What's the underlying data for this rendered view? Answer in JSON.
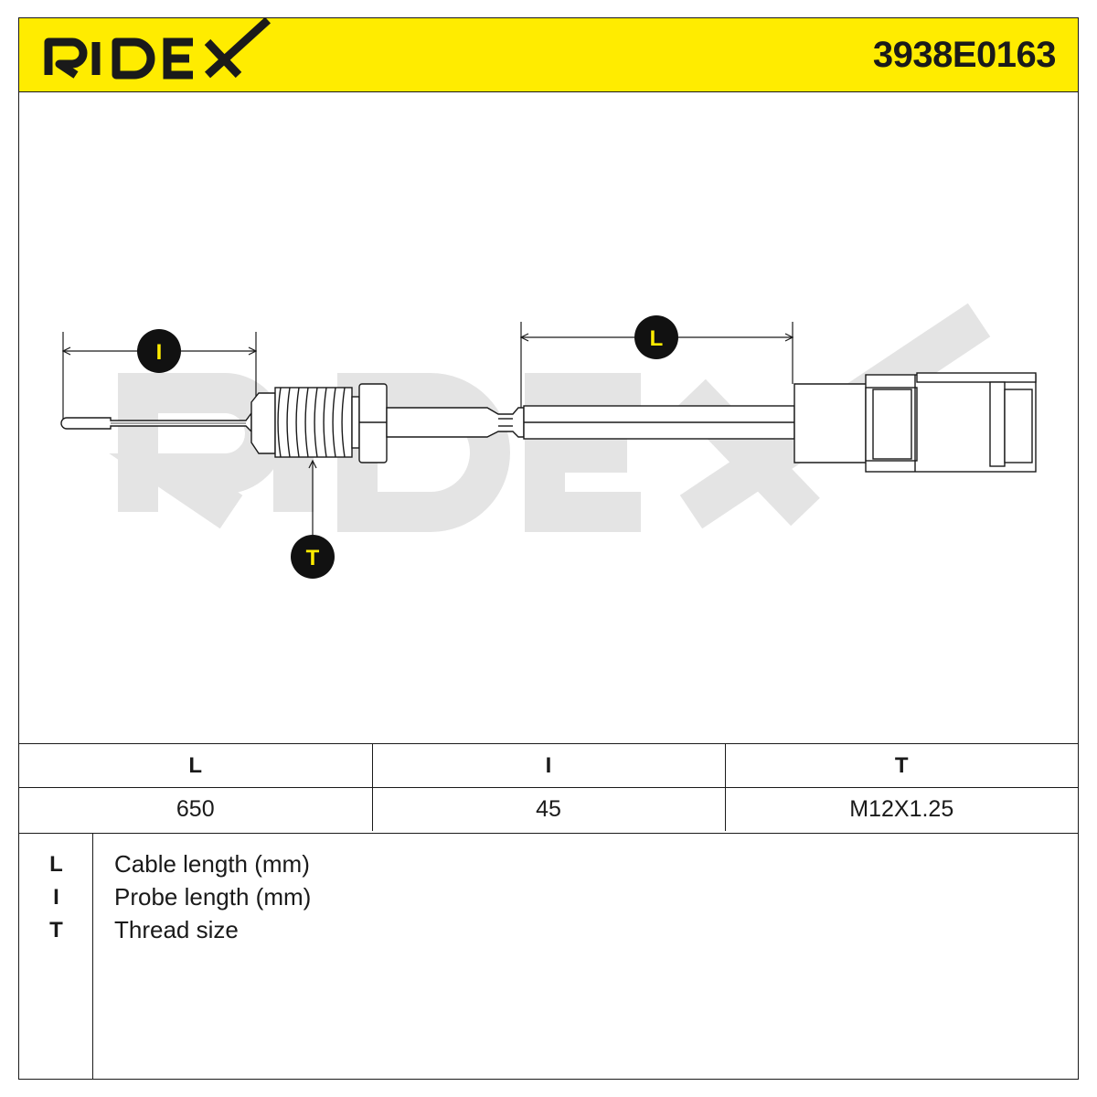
{
  "header": {
    "brand": "RIDEX",
    "part_number": "3938E0163"
  },
  "drawing": {
    "callouts": {
      "L": "L",
      "I": "I",
      "T": "T"
    },
    "callout_fill": "#111111",
    "callout_text_color": "#ffec00",
    "watermark": "RIDEX"
  },
  "spec_table": {
    "headers": [
      "L",
      "I",
      "T"
    ],
    "values": [
      "650",
      "45",
      "M12X1.25"
    ]
  },
  "legend": [
    {
      "code": "L",
      "description": "Cable length (mm)"
    },
    {
      "code": "I",
      "description": "Probe length (mm)"
    },
    {
      "code": "T",
      "description": "Thread size"
    }
  ],
  "colors": {
    "header_yellow": "#ffec00",
    "line": "#1a1a1a",
    "watermark": "#e4e4e4"
  }
}
